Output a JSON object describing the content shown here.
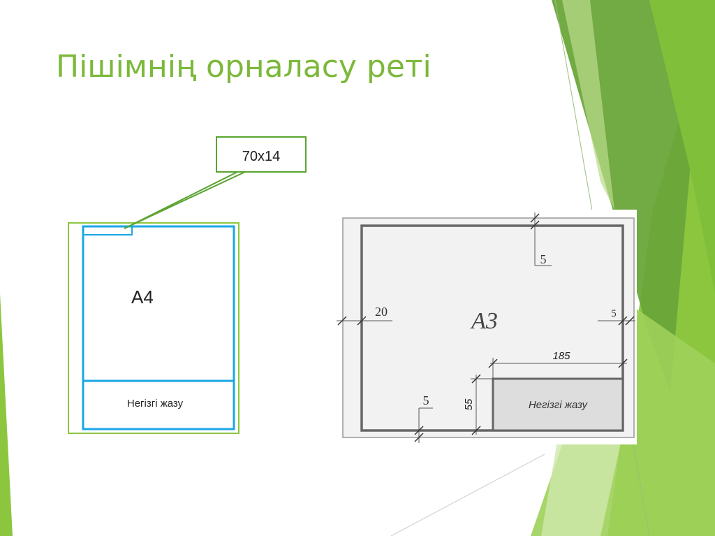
{
  "slide": {
    "title": "Пішімнің орналасу реті",
    "accent_color": "#7cb83a"
  },
  "a4": {
    "label": "A4",
    "title_block_label": "Негізгі жазу",
    "callout": "70x14",
    "frame_color": "#1aa7e6",
    "outer_color": "#8cc63f"
  },
  "a3": {
    "label": "A3",
    "title_block_label": "Негізгі жазу",
    "dimensions": {
      "top_margin": "5",
      "left_margin": "20",
      "right_margin": "5",
      "bottom_margin": "5",
      "title_block_width": "185",
      "title_block_height": "55"
    }
  }
}
